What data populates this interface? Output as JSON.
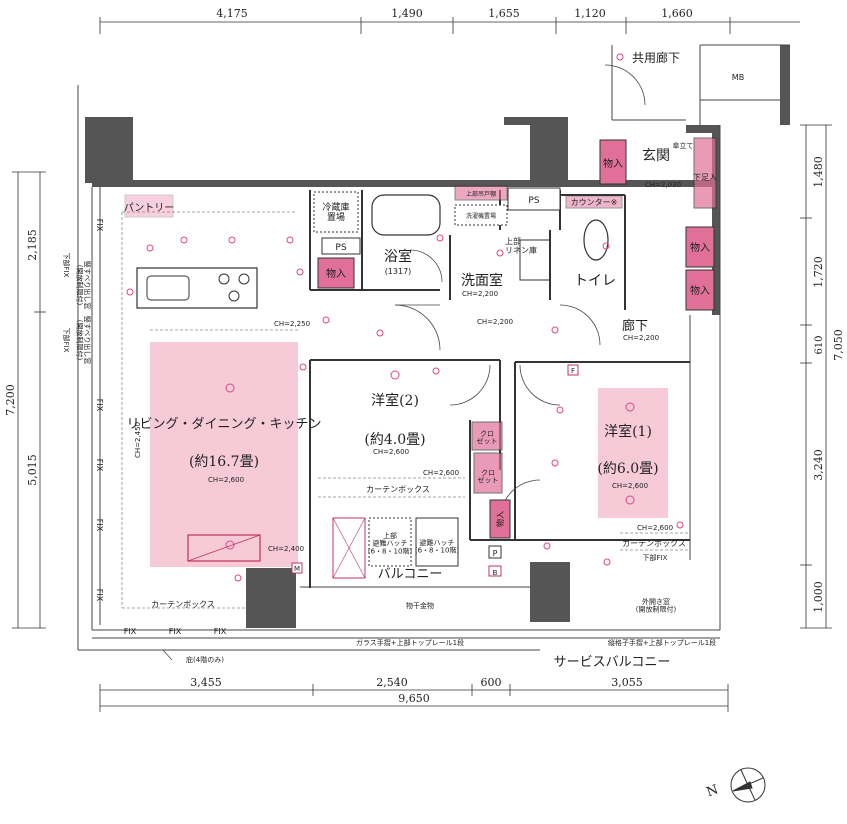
{
  "dimensions": {
    "top": [
      "4,175",
      "1,490",
      "1,655",
      "1,120",
      "1,660"
    ],
    "bottom": [
      "3,455",
      "2,540",
      "600",
      "3,055"
    ],
    "bottom_total": "9,650",
    "left_total": "7,200",
    "left_upper": "2,185",
    "left_lower": "5,015",
    "right": [
      "1,480",
      "1,720",
      "610",
      "3,240",
      "1,000"
    ],
    "right_total": "7,050"
  },
  "rooms": {
    "ldk_name": "リビング・ダイニング・キッチン",
    "ldk_size": "(約16.7畳)",
    "ldk_ch": "CH=2,600",
    "ldk_ch_kitchen": "CH=2,250",
    "ldk_ch_left": "CH=2,450",
    "ldk_ch_bottom": "CH=2,400",
    "west2_name": "洋室(2)",
    "west2_size": "(約4.0畳)",
    "west2_ch": "CH=2,600",
    "west1_name": "洋室(1)",
    "west1_size": "(約6.0畳)",
    "west1_ch": "CH=2,600",
    "bath_name": "浴室",
    "bath_size": "(1317)",
    "wash_name": "洗面室",
    "wash_ch": "CH=2,200",
    "toilet_name": "トイレ",
    "hall_name": "廊下",
    "hall_ch": "CH=2,200",
    "entrance_name": "玄関",
    "entrance_ch": "CH=2,030",
    "corridor_ch": "CH=2,200",
    "balcony_name": "バルコニー",
    "service_balcony": "サービスバルコニー",
    "common_corridor": "共用廊下",
    "mb": "MB"
  },
  "fixtures": {
    "pantry": "パントリー",
    "fridge": "冷蔵庫\n置場",
    "ps": "PS",
    "storage": "物入",
    "closet": "クロ\nゼット",
    "upper_shelf": "上部吊戸棚",
    "washer": "洗濯機置場",
    "linen": "上部\nリネン庫",
    "counter": "カウンター※",
    "shoes": "下足入",
    "umbrella": "傘立て",
    "curtain_box": "カーテンボックス",
    "laundry_pole": "物干金物",
    "hatch_up": "上部\n避難ハッチ\n(6・8・10階)",
    "hatch_down": "避難ハッチ\n(6・8・10階)",
    "glass_rail": "ガラス手摺+上部トップレール1段",
    "grille_rail": "縦格子手摺+上部トップレール1段",
    "fix": "FIX",
    "lower_fix": "下部FIX",
    "window_outer": "外開き窓\n(開放制限付)",
    "eaves": "庇(4階のみ)",
    "left_window_1": "竪すべり出し窓\n(開放制限付)",
    "left_window_2": "竪すべり出し窓\n(開放制限付)",
    "p_mark": "P",
    "b_mark": "B",
    "m_mark": "M",
    "f_mark": "F"
  },
  "compass": "N",
  "colors": {
    "accent": "#e0457f",
    "fill": "#f7cad8",
    "wall": "#555555"
  }
}
